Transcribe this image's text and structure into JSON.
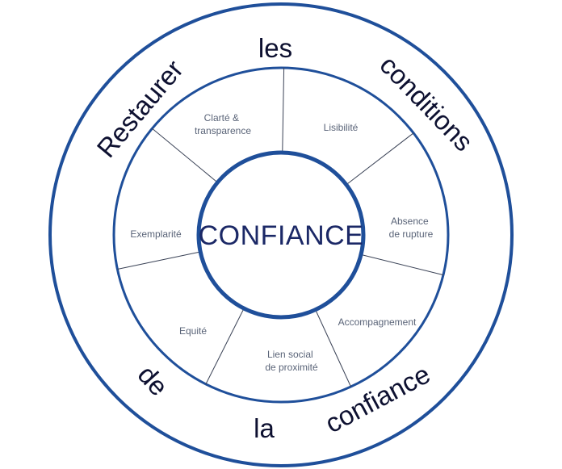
{
  "outer_ring": {
    "words": [
      "Restaurer",
      "les",
      "conditions",
      "de",
      "la",
      "confiance"
    ]
  },
  "segments": [
    {
      "lines": [
        "Clarté &",
        "transparence"
      ]
    },
    {
      "lines": [
        "Lisibilité"
      ]
    },
    {
      "lines": [
        "Absence",
        "de rupture"
      ]
    },
    {
      "lines": [
        "Accompagnement"
      ]
    },
    {
      "lines": [
        "Lien social",
        "de proximité"
      ]
    },
    {
      "lines": [
        "Equité"
      ]
    },
    {
      "lines": [
        "Exemplarité"
      ]
    }
  ],
  "center": {
    "label": "CONFIANCE"
  },
  "colors": {
    "ring_stroke": "#1f4f9a",
    "divider": "#3a4256",
    "center_text": "#1b2866",
    "outer_text": "#0d1030",
    "segment_text": "#5a6478"
  }
}
